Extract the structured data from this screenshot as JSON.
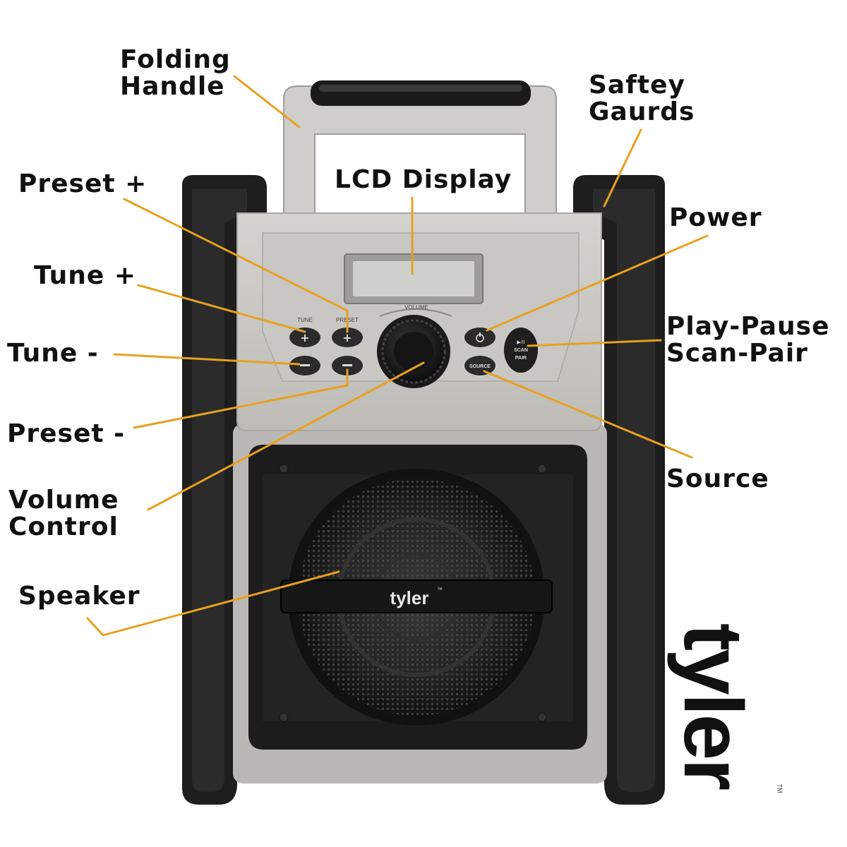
{
  "callouts": {
    "folding_handle": [
      "Folding",
      "Handle"
    ],
    "safety_guards": [
      "Saftey",
      "Gaurds"
    ],
    "lcd_display": "LCD Display",
    "preset_plus": "Preset +",
    "power": "Power",
    "tune_plus": "Tune +",
    "play_pause_scan_pair": [
      "Play-Pause",
      "Scan-Pair"
    ],
    "tune_minus": "Tune -",
    "preset_minus": "Preset -",
    "source": "Source",
    "volume_control": [
      "Volume",
      "Control"
    ],
    "speaker": "Speaker"
  },
  "device": {
    "tune_label": "TUNE",
    "preset_label": "PRESET",
    "volume_label": "VOLUME",
    "source_label": "SOURCE",
    "scan_pair_label": [
      "▶/II",
      "SCAN",
      "PAIR"
    ],
    "grille_brand": "tyler",
    "grille_brand_tm": "™"
  },
  "brand": {
    "logo": "tyler",
    "tm": "TM"
  },
  "colors": {
    "callout_line": "#e8a020",
    "callout_text": "#111111",
    "body_gray": "#c9c8c4",
    "bumper_black": "#1c1c1c",
    "button_dark": "#2b2b2b"
  }
}
